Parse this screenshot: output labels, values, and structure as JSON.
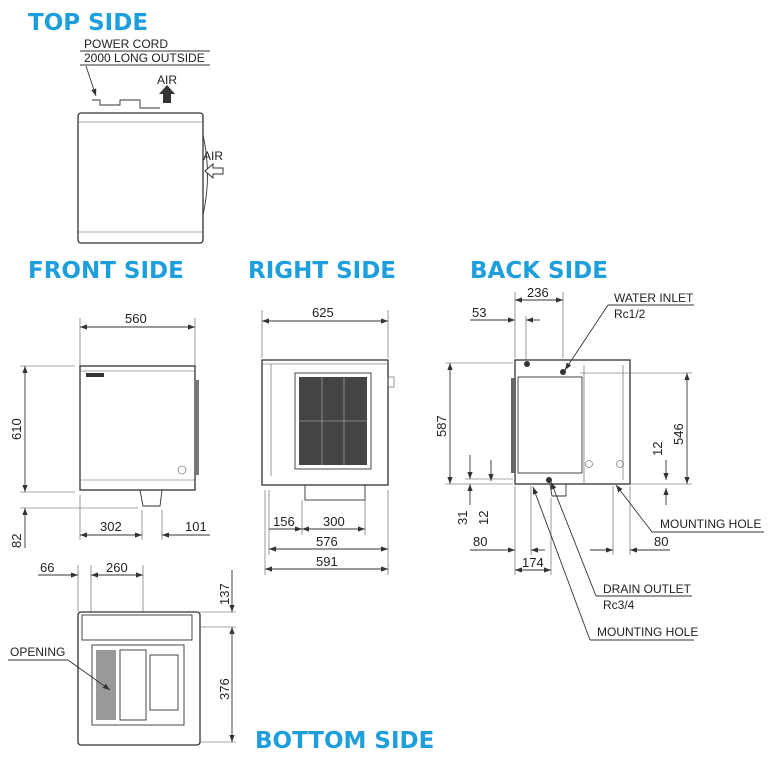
{
  "headings": {
    "top": "TOP SIDE",
    "front": "FRONT SIDE",
    "right": "RIGHT SIDE",
    "back": "BACK SIDE",
    "bottom": "BOTTOM SIDE"
  },
  "top_side": {
    "power_cord_line1": "POWER CORD",
    "power_cord_line2": "2000 LONG OUTSIDE",
    "air_top": "AIR",
    "air_side": "AIR"
  },
  "front_side": {
    "width": "560",
    "height": "610",
    "bottom_offset": "82",
    "leg_left": "302",
    "leg_right": "101"
  },
  "right_side": {
    "width": "625",
    "leg_offset": "156",
    "leg_width": "300",
    "inner_width": "576",
    "total_width": "591"
  },
  "back_side": {
    "top_width": "236",
    "inlet_offset": "53",
    "height": "587",
    "inner_height": "546",
    "right_small": "12",
    "bottom_31": "31",
    "bottom_12": "12",
    "left_80": "80",
    "right_80": "80",
    "drain_offset": "174",
    "water_inlet": "WATER INLET",
    "water_inlet_size": "Rc1/2",
    "mounting_hole_right": "MOUNTING HOLE",
    "drain_outlet": "DRAIN OUTLET",
    "drain_outlet_size": "Rc3/4",
    "mounting_hole_bottom": "MOUNTING HOLE"
  },
  "bottom_side": {
    "offset_66": "66",
    "width_260": "260",
    "depth_137": "137",
    "depth_376": "376",
    "opening": "OPENING"
  },
  "colors": {
    "heading": "#1e9fdc",
    "line": "#333333"
  }
}
